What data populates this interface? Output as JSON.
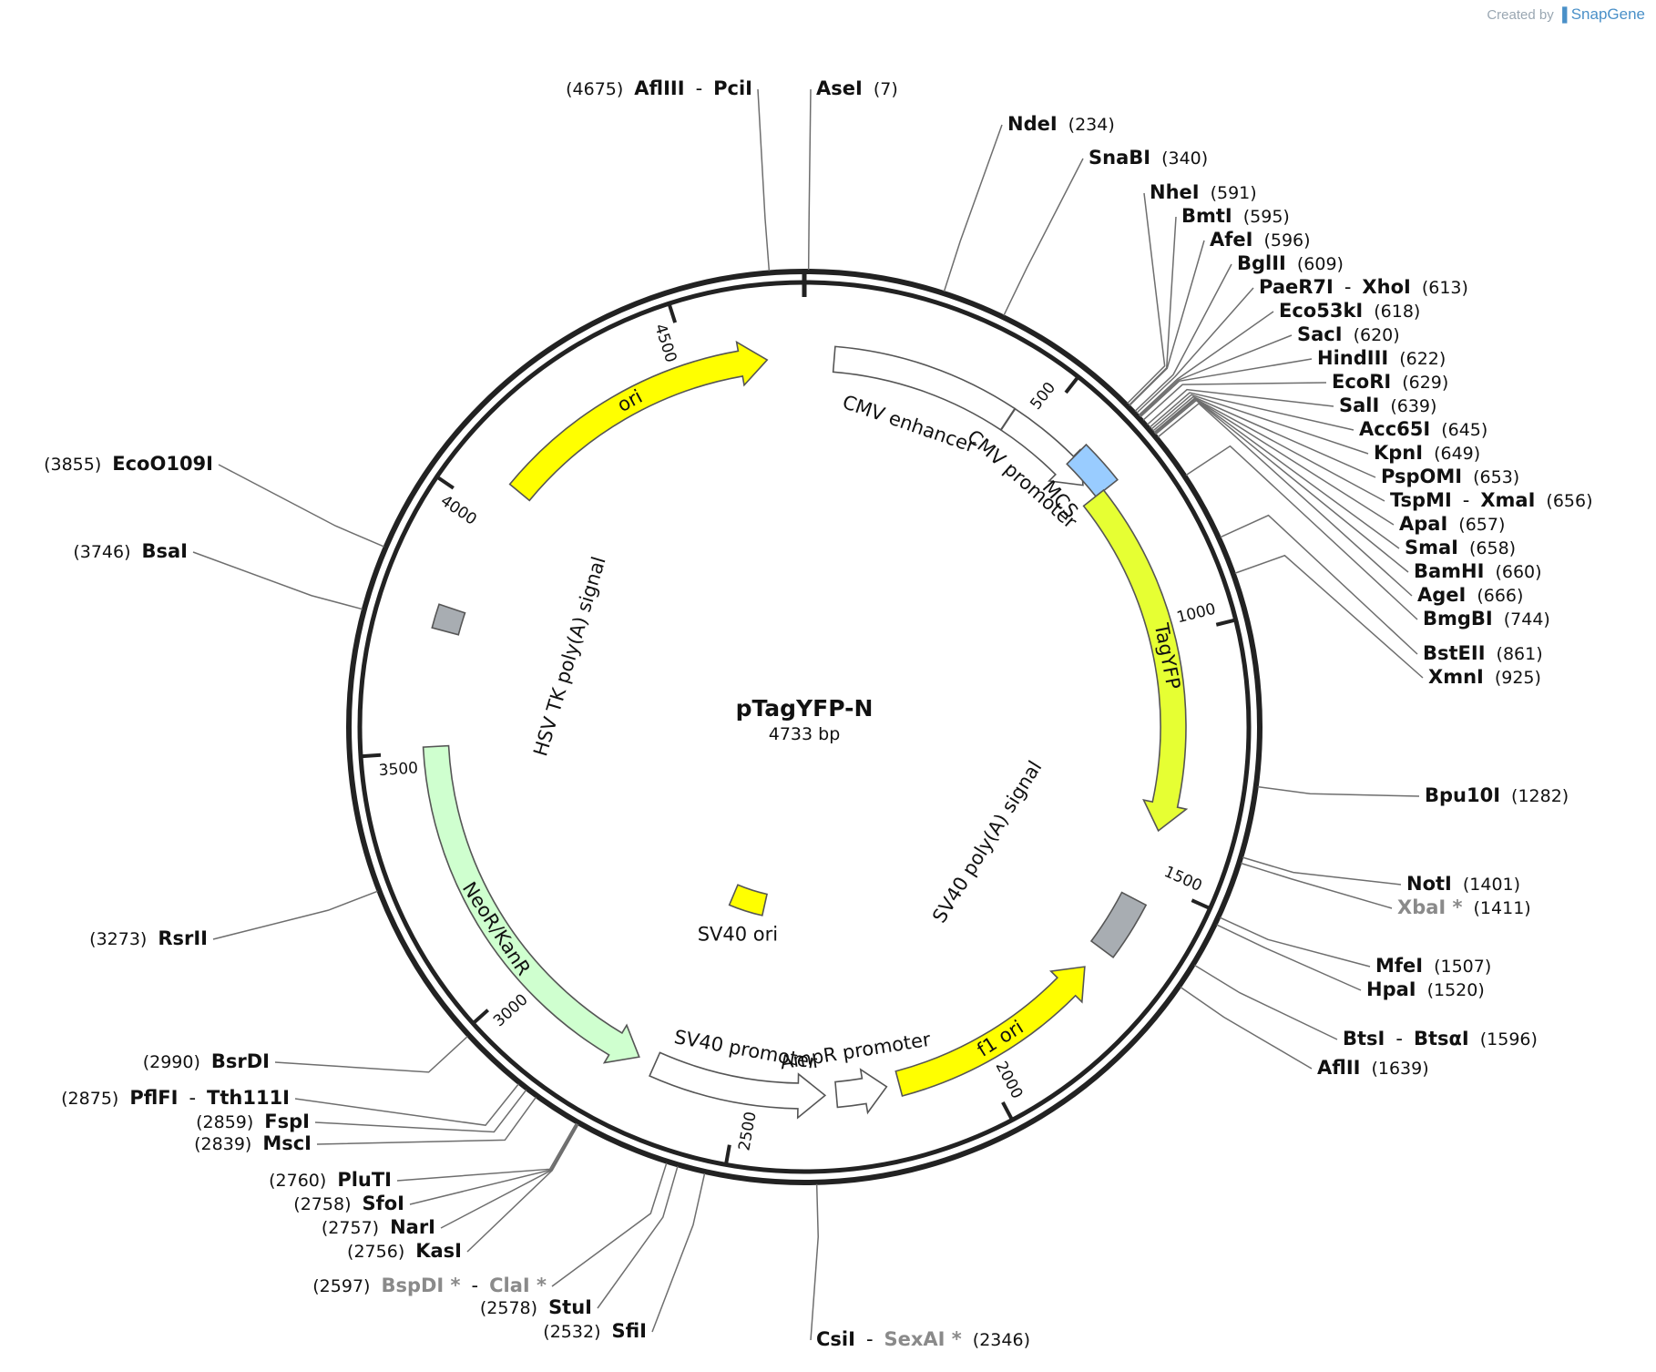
{
  "credit": {
    "prefix": "Created by",
    "brand": "SnapGene"
  },
  "plasmid": {
    "name": "pTagYFP-N",
    "length_label": "4733 bp",
    "length": 4733
  },
  "colors": {
    "ori": "#ffff00",
    "tagyfp": "#e6ff33",
    "mcs": "#99ccff",
    "polyA": "#a8adb2",
    "neo": "#cfffcf",
    "promoter": "#ffffff",
    "backbone": "#222222"
  },
  "ticks": [
    {
      "bp": 500,
      "label": "500"
    },
    {
      "bp": 1000,
      "label": "1000"
    },
    {
      "bp": 1500,
      "label": "1500"
    },
    {
      "bp": 2000,
      "label": "2000"
    },
    {
      "bp": 2500,
      "label": "2500"
    },
    {
      "bp": 3000,
      "label": "3000"
    },
    {
      "bp": 3500,
      "label": "3500"
    },
    {
      "bp": 4000,
      "label": "4000"
    },
    {
      "bp": 4500,
      "label": "4500"
    }
  ],
  "features": [
    {
      "name": "CMV enhancer",
      "start": 61,
      "end": 440,
      "dir": 1,
      "arrow": false,
      "color": "#ffffff"
    },
    {
      "name": "CMV promoter",
      "start": 441,
      "end": 645,
      "dir": 1,
      "arrow": true,
      "color": "#ffffff"
    },
    {
      "name": "MCS",
      "start": 591,
      "end": 680,
      "dir": 0,
      "arrow": false,
      "color": "#99ccff"
    },
    {
      "name": "TagYFP",
      "start": 679,
      "end": 1398,
      "dir": 1,
      "arrow": true,
      "color": "#e6ff33"
    },
    {
      "name": "SV40 poly(A) signal",
      "start": 1545,
      "end": 1666,
      "dir": 0,
      "arrow": false,
      "color": "#a8adb2"
    },
    {
      "name": "f1 ori",
      "start": 1716,
      "end": 2171,
      "dir": -1,
      "arrow": true,
      "color": "#ffff00"
    },
    {
      "name": "AmpR promoter",
      "start": 2197,
      "end": 2301,
      "dir": -1,
      "arrow": true,
      "color": "#ffffff"
    },
    {
      "name": "SV40 promoter",
      "start": 2324,
      "end": 2681,
      "dir": -1,
      "arrow": true,
      "color": "#ffffff"
    },
    {
      "name": "SV40 ori",
      "start": 2532,
      "end": 2667,
      "dir": 0,
      "arrow": false,
      "color": "#ffff00"
    },
    {
      "name": "NeoR/KanR",
      "start": 2716,
      "end": 3510,
      "dir": -1,
      "arrow": true,
      "color": "#cfffcf"
    },
    {
      "name": "HSV TK poly(A) signal",
      "start": 3746,
      "end": 3794,
      "dir": 0,
      "arrow": false,
      "color": "#a8adb2"
    },
    {
      "name": "ori",
      "start": 4069,
      "end": 4657,
      "dir": 1,
      "arrow": true,
      "color": "#ffff00"
    }
  ],
  "sites": [
    {
      "names": [
        "AflIII",
        "PciI"
      ],
      "pos": "(4675)",
      "bp": 4675
    },
    {
      "names": [
        "AseI"
      ],
      "pos": "(7)",
      "bp": 7
    },
    {
      "names": [
        "NdeI"
      ],
      "pos": "(234)",
      "bp": 234
    },
    {
      "names": [
        "SnaBI"
      ],
      "pos": "(340)",
      "bp": 340
    },
    {
      "names": [
        "NheI"
      ],
      "pos": "(591)",
      "bp": 591
    },
    {
      "names": [
        "BmtI"
      ],
      "pos": "(595)",
      "bp": 595
    },
    {
      "names": [
        "AfeI"
      ],
      "pos": "(596)",
      "bp": 596
    },
    {
      "names": [
        "BglII"
      ],
      "pos": "(609)",
      "bp": 609
    },
    {
      "names": [
        "PaeR7I",
        "XhoI"
      ],
      "pos": "(613)",
      "bp": 613
    },
    {
      "names": [
        "Eco53kI"
      ],
      "pos": "(618)",
      "bp": 618
    },
    {
      "names": [
        "SacI"
      ],
      "pos": "(620)",
      "bp": 620
    },
    {
      "names": [
        "HindIII"
      ],
      "pos": "(622)",
      "bp": 622
    },
    {
      "names": [
        "EcoRI"
      ],
      "pos": "(629)",
      "bp": 629
    },
    {
      "names": [
        "SalI"
      ],
      "pos": "(639)",
      "bp": 639
    },
    {
      "names": [
        "Acc65I"
      ],
      "pos": "(645)",
      "bp": 645
    },
    {
      "names": [
        "KpnI"
      ],
      "pos": "(649)",
      "bp": 649
    },
    {
      "names": [
        "PspOMI"
      ],
      "pos": "(653)",
      "bp": 653
    },
    {
      "names": [
        "TspMI",
        "XmaI"
      ],
      "pos": "(656)",
      "bp": 656
    },
    {
      "names": [
        "ApaI"
      ],
      "pos": "(657)",
      "bp": 657
    },
    {
      "names": [
        "SmaI"
      ],
      "pos": "(658)",
      "bp": 658
    },
    {
      "names": [
        "BamHI"
      ],
      "pos": "(660)",
      "bp": 660
    },
    {
      "names": [
        "AgeI"
      ],
      "pos": "(666)",
      "bp": 666
    },
    {
      "names": [
        "BmgBI"
      ],
      "pos": "(744)",
      "bp": 744
    },
    {
      "names": [
        "BstEII"
      ],
      "pos": "(861)",
      "bp": 861
    },
    {
      "names": [
        "XmnI"
      ],
      "pos": "(925)",
      "bp": 925
    },
    {
      "names": [
        "Bpu10I"
      ],
      "pos": "(1282)",
      "bp": 1282
    },
    {
      "names": [
        "NotI"
      ],
      "pos": "(1401)",
      "bp": 1401
    },
    {
      "names": [
        "XbaI *"
      ],
      "pos": "(1411)",
      "bp": 1411,
      "gray": [
        true
      ]
    },
    {
      "names": [
        "MfeI"
      ],
      "pos": "(1507)",
      "bp": 1507
    },
    {
      "names": [
        "HpaI"
      ],
      "pos": "(1520)",
      "bp": 1520
    },
    {
      "names": [
        "BtsI",
        "BtsαI"
      ],
      "pos": "(1596)",
      "bp": 1596
    },
    {
      "names": [
        "AflII"
      ],
      "pos": "(1639)",
      "bp": 1639
    },
    {
      "names": [
        "CsiI",
        "SexAI *"
      ],
      "pos": "(2346)",
      "bp": 2346,
      "gray": [
        false,
        true
      ]
    },
    {
      "names": [
        "SfiI"
      ],
      "pos": "(2532)",
      "bp": 2532
    },
    {
      "names": [
        "StuI"
      ],
      "pos": "(2578)",
      "bp": 2578
    },
    {
      "names": [
        "BspDI *",
        "ClaI *"
      ],
      "pos": "(2597)",
      "bp": 2597,
      "gray": [
        true,
        true
      ]
    },
    {
      "names": [
        "KasI"
      ],
      "pos": "(2756)",
      "bp": 2756
    },
    {
      "names": [
        "NarI"
      ],
      "pos": "(2757)",
      "bp": 2757
    },
    {
      "names": [
        "SfoI"
      ],
      "pos": "(2758)",
      "bp": 2758
    },
    {
      "names": [
        "PluTI"
      ],
      "pos": "(2760)",
      "bp": 2760
    },
    {
      "names": [
        "MscI"
      ],
      "pos": "(2839)",
      "bp": 2839
    },
    {
      "names": [
        "FspI"
      ],
      "pos": "(2859)",
      "bp": 2859
    },
    {
      "names": [
        "PflFI",
        "Tth111I"
      ],
      "pos": "(2875)",
      "bp": 2875
    },
    {
      "names": [
        "BsrDI"
      ],
      "pos": "(2990)",
      "bp": 2990
    },
    {
      "names": [
        "RsrII"
      ],
      "pos": "(3273)",
      "bp": 3273
    },
    {
      "names": [
        "BsaI"
      ],
      "pos": "(3746)",
      "bp": 3746
    },
    {
      "names": [
        "EcoO109I"
      ],
      "pos": "(3855)",
      "bp": 3855
    }
  ]
}
